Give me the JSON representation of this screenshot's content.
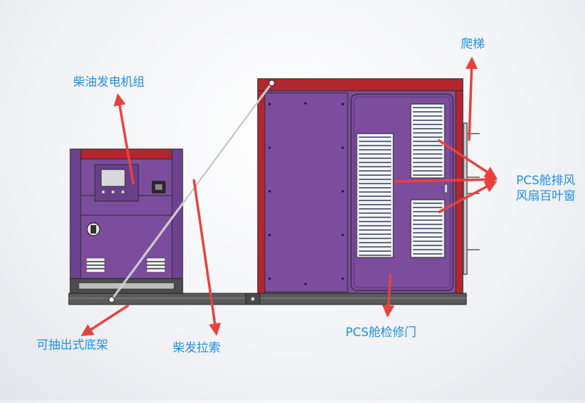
{
  "labels": {
    "genset": "柴油发电机组",
    "ladder": "爬梯",
    "louver_line1": "PCS舱排风",
    "louver_line2": "风扇百叶窗",
    "base": "可抽出式底架",
    "cable": "柴发拉索",
    "door": "PCS舱检修门"
  },
  "colors": {
    "label": "#1f8fe0",
    "arrow": "#e8413c",
    "body": "#7b4d9c",
    "roof": "#b3262e",
    "frame": "#3b3b3b"
  }
}
